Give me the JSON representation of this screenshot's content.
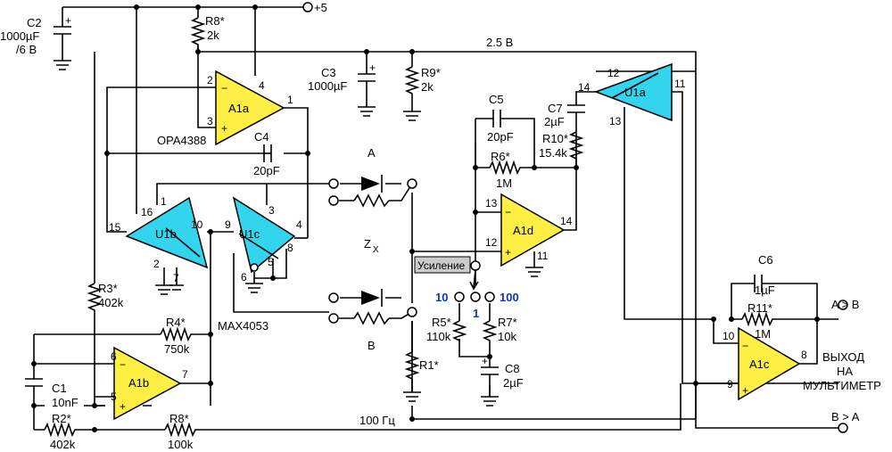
{
  "supply": {
    "label": "+5",
    "mid_label": "2.5 В"
  },
  "components": {
    "c2": {
      "name": "C2",
      "value": "1000µF",
      "value2": "/6 В"
    },
    "r8_top": {
      "name": "R8*",
      "value": "2k"
    },
    "c3": {
      "name": "C3",
      "value": "1000µF"
    },
    "r9": {
      "name": "R9*",
      "value": "2k"
    },
    "c4": {
      "name": "C4",
      "value": "20pF"
    },
    "c5": {
      "name": "C5",
      "value": "20pF"
    },
    "r6": {
      "name": "R6*",
      "value": "1M"
    },
    "c7": {
      "name": "C7",
      "value": "2µF"
    },
    "r10": {
      "name": "R10*",
      "value": "15.4k"
    },
    "r3": {
      "name": "R3*",
      "value": "402k"
    },
    "r4": {
      "name": "R4*",
      "value": "750k"
    },
    "c1": {
      "name": "C1",
      "value": "10nF"
    },
    "r2": {
      "name": "R2*",
      "value": "402k"
    },
    "r8_bot": {
      "name": "R8*",
      "value": "100k"
    },
    "r1": {
      "name": "R1*"
    },
    "r5": {
      "name": "R5*",
      "value": "110k"
    },
    "r7": {
      "name": "R7*",
      "value": "10k"
    },
    "c8": {
      "name": "C8",
      "value": "2µF"
    },
    "c6": {
      "name": "C6",
      "value": "1µF"
    },
    "r11": {
      "name": "R11*",
      "value": "1M"
    }
  },
  "opamps": {
    "a1a": {
      "label": "A1a",
      "pin_minus": "2",
      "pin_plus": "3",
      "pin_out": "1",
      "pin_pwr": "4"
    },
    "a1b": {
      "label": "A1b",
      "pin_minus": "6",
      "pin_plus": "5",
      "pin_out": "7"
    },
    "a1d": {
      "label": "A1d",
      "pin_minus": "13",
      "pin_plus": "12",
      "pin_out": "14",
      "pin_gnd": "11"
    },
    "a1c": {
      "label": "A1c",
      "pin_minus": "10",
      "pin_plus": "9",
      "pin_out": "8"
    }
  },
  "switches": {
    "u1b": {
      "label": "U1b",
      "p16": "16",
      "p1": "1",
      "p15": "15",
      "p10": "10",
      "p2": "2",
      "p7": "7"
    },
    "u1c": {
      "label": "U1c",
      "p9": "9",
      "p3": "3",
      "p4": "4",
      "p8": "8",
      "p6": "6",
      "p5": "5"
    },
    "u1a": {
      "label": "U1a",
      "p12": "12",
      "p14": "14",
      "p11": "11",
      "p13": "13"
    }
  },
  "labels": {
    "opa": "OPA4388",
    "max": "MAX4053",
    "node_a": "A",
    "node_b": "B",
    "zx": "Z",
    "zx_sub": "X",
    "gain_box": "Усиление",
    "gain_10": "10",
    "gain_1": "1",
    "gain_100": "100",
    "hz": "100 Гц",
    "out_a_gt_b": "A > B",
    "out_b_gt_a": "B > A",
    "out_line1": "ВЫХОД",
    "out_line2": "НА",
    "out_line3": "МУЛЬТИМЕТР"
  },
  "colors": {
    "opamp_fill": "#ffee44",
    "switch_fill": "#33d4ee",
    "gain_box_fill": "#cccccc",
    "gain_value_color": "#1030d0"
  }
}
